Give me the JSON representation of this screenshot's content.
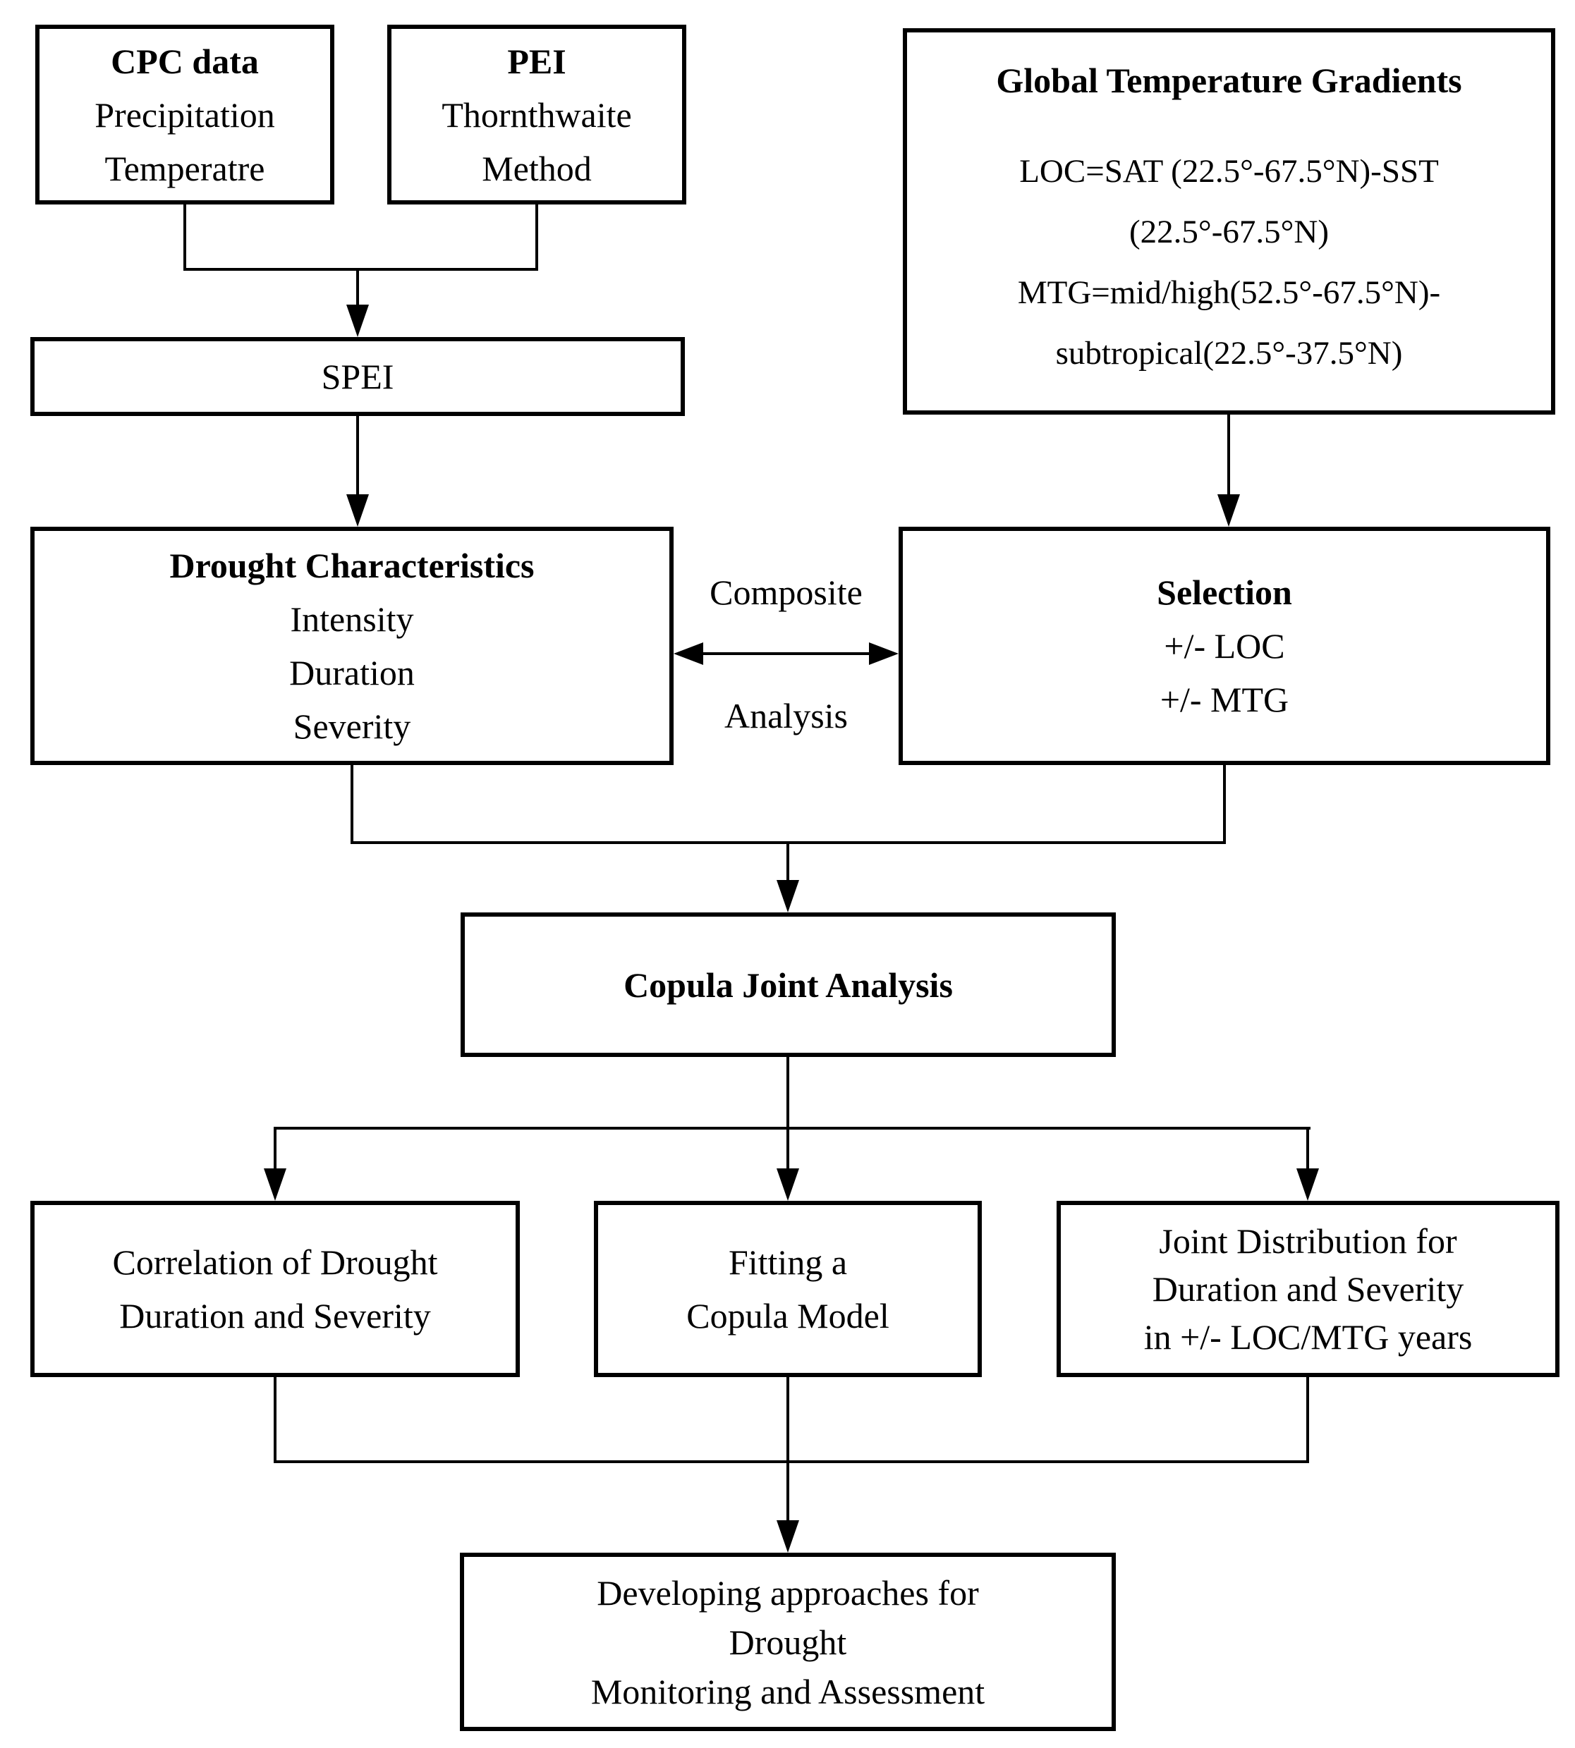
{
  "diagram": {
    "title": "Drought analysis methodology flowchart",
    "colors": {
      "line": "#000000",
      "background": "#ffffff",
      "text": "#000000"
    },
    "boxes": {
      "cpc": {
        "title": "CPC data",
        "lines": [
          "Precipitation",
          "Temperatre"
        ]
      },
      "pei": {
        "title": "PEI",
        "lines": [
          "Thornthwaite",
          "Method"
        ]
      },
      "gtg": {
        "title": "Global Temperature Gradients",
        "lines": [
          "LOC=SAT (22.5°-67.5°N)-SST",
          "(22.5°-67.5°N)",
          "MTG=mid/high(52.5°-67.5°N)-",
          "subtropical(22.5°-37.5°N)"
        ]
      },
      "spei": {
        "title": "SPEI"
      },
      "drought_characteristics": {
        "title": "Drought Characteristics",
        "lines": [
          "Intensity",
          "Duration",
          "Severity"
        ]
      },
      "selection": {
        "title": "Selection",
        "lines": [
          "+/- LOC",
          "+/- MTG"
        ]
      },
      "copula": {
        "title": "Copula Joint Analysis"
      },
      "correlation": {
        "lines": [
          "Correlation of Drought",
          "Duration and Severity"
        ]
      },
      "fitting": {
        "lines": [
          "Fitting a",
          "Copula Model"
        ]
      },
      "joint_distribution": {
        "lines": [
          "Joint Distribution for",
          "Duration and Severity",
          "in +/- LOC/MTG years"
        ]
      },
      "developing": {
        "lines": [
          "Developing approaches for",
          "Drought",
          "Monitoring and Assessment"
        ]
      }
    },
    "labels": {
      "composite": "Composite",
      "analysis": "Analysis"
    }
  }
}
